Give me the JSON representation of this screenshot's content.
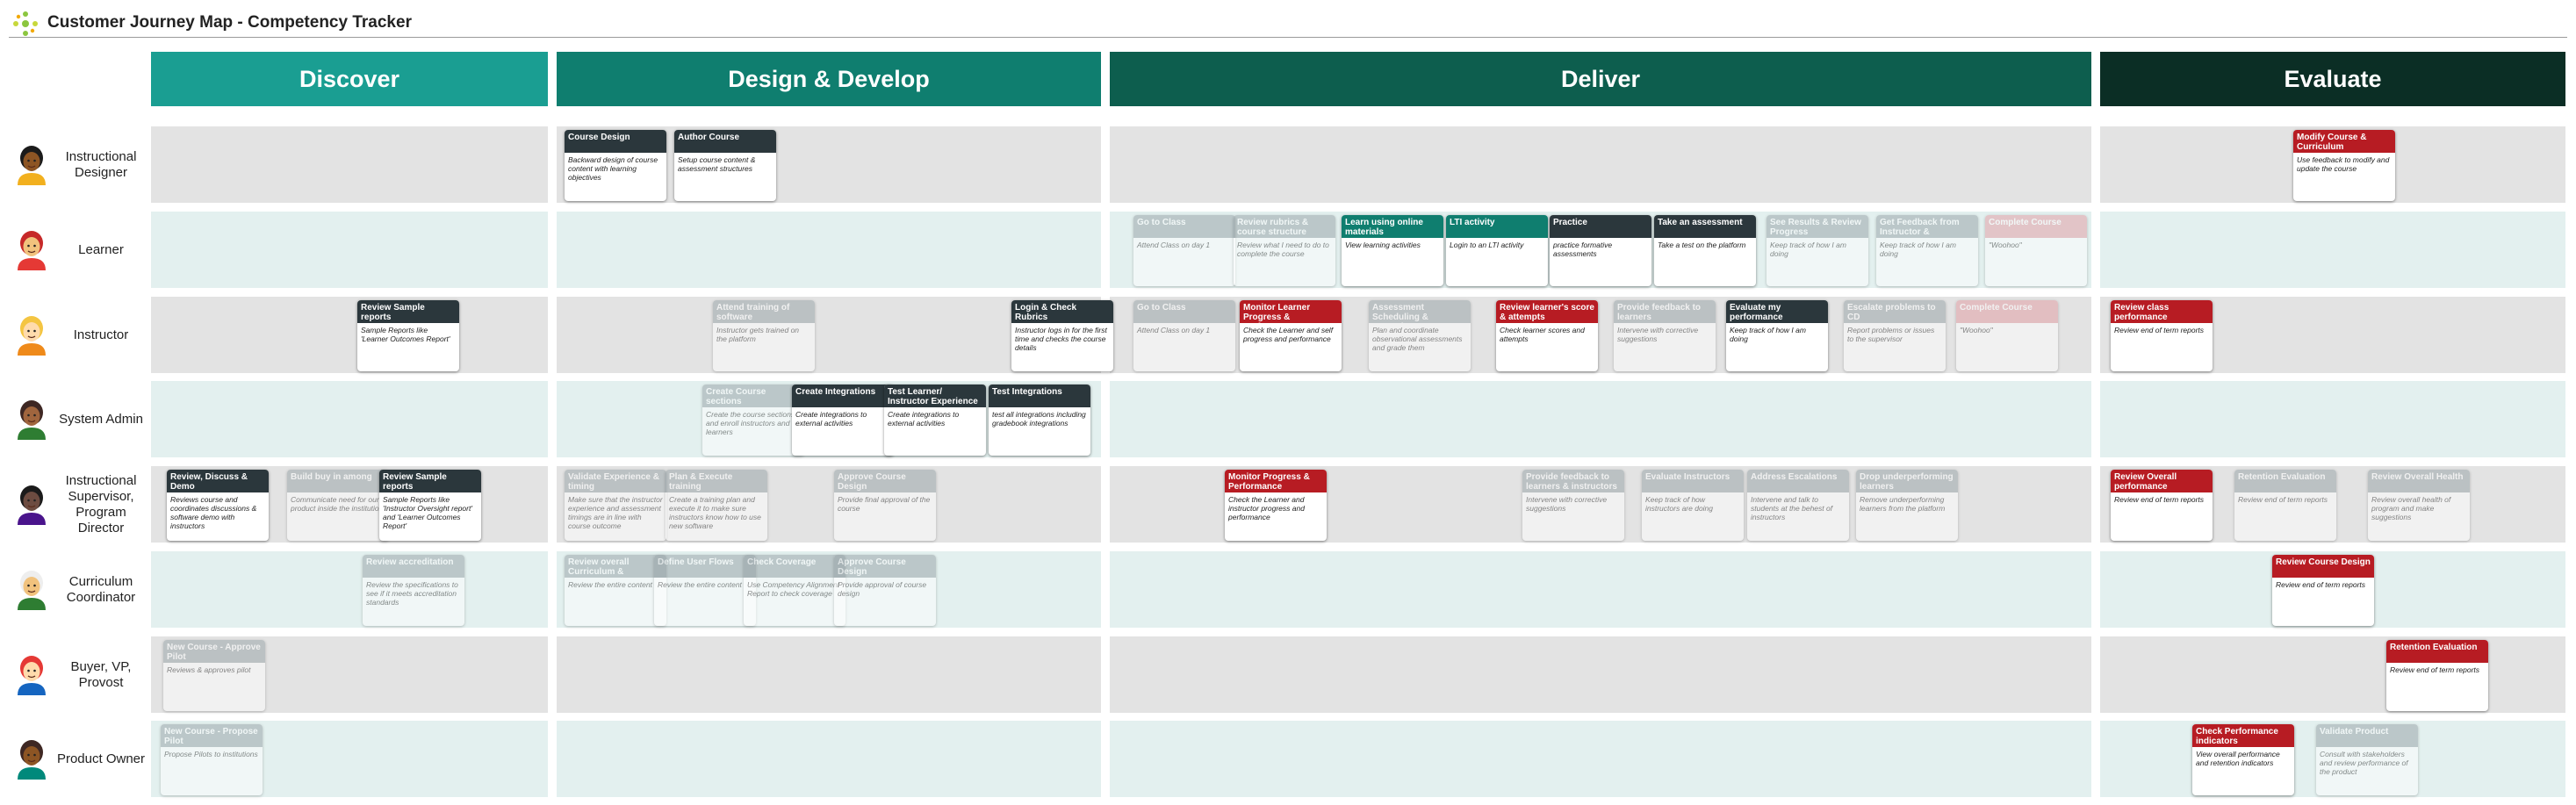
{
  "header": {
    "title": "Customer Journey Map - Competency Tracker"
  },
  "colors": {
    "discover": "#1a9e92",
    "design": "#0f7e6f",
    "deliver": "#0d5e4e",
    "evaluate": "#0b2e25",
    "lane_gray": "#e3e3e3",
    "lane_teal": "#e3f0ef",
    "dark": "#2b373c",
    "gray": "#95a0a4",
    "red": "#b71c23",
    "teal": "#0f7e6f",
    "pink": "#e29aa0"
  },
  "phases": [
    {
      "key": "discover",
      "label": "Discover"
    },
    {
      "key": "design",
      "label": "Design & Develop"
    },
    {
      "key": "deliver",
      "label": "Deliver"
    },
    {
      "key": "evaluate",
      "label": "Evaluate"
    }
  ],
  "roles": [
    {
      "key": "instructional-designer",
      "label": "Instructional Designer",
      "avatar": "avatar-instructional-designer"
    },
    {
      "key": "learner",
      "label": "Learner",
      "avatar": "avatar-learner"
    },
    {
      "key": "instructor",
      "label": "Instructor",
      "avatar": "avatar-instructor"
    },
    {
      "key": "system-admin",
      "label": "System Admin",
      "avatar": "avatar-system-admin"
    },
    {
      "key": "supervisor",
      "label": "Instructional Supervisor, Program Director",
      "avatar": "avatar-supervisor"
    },
    {
      "key": "curriculum-coordinator",
      "label": "Curriculum Coordinator",
      "avatar": "avatar-curriculum-coordinator"
    },
    {
      "key": "buyer",
      "label": "Buyer, VP, Provost",
      "avatar": "avatar-buyer"
    },
    {
      "key": "product-owner",
      "label": "Product Owner",
      "avatar": "avatar-product-owner"
    }
  ],
  "cards": [
    {
      "role": 0,
      "title": "Course Design",
      "desc": "Backward design of course content with learning objectives",
      "color": "dark"
    },
    {
      "role": 0,
      "title": "Author Course",
      "desc": "Setup course content & assessment structures",
      "color": "dark"
    },
    {
      "role": 0,
      "title": "Modify Course & Curriculum",
      "desc": "Use feedback to modify and update the course",
      "color": "red"
    },
    {
      "role": 1,
      "title": "Go to Class",
      "desc": "Attend Class on day 1",
      "color": "gray",
      "faded": true
    },
    {
      "role": 1,
      "title": "Review rubrics & course structure",
      "desc": "Review what I need to do to complete the course",
      "color": "gray",
      "faded": true
    },
    {
      "role": 1,
      "title": "Learn using online materials",
      "desc": "View learning activities",
      "color": "teal"
    },
    {
      "role": 1,
      "title": "LTI activity",
      "desc": "Login to an LTI activity",
      "color": "teal"
    },
    {
      "role": 1,
      "title": "Practice",
      "desc": "practice formative assessments",
      "color": "dark"
    },
    {
      "role": 1,
      "title": "Take an assessment",
      "desc": "Take a test on the platform",
      "color": "dark"
    },
    {
      "role": 1,
      "title": "See Results & Review Progress",
      "desc": "Keep track of how I am doing",
      "color": "gray",
      "faded": true
    },
    {
      "role": 1,
      "title": "Get Feedback from Instructor &",
      "desc": "Keep track of how I am doing",
      "color": "gray",
      "faded": true
    },
    {
      "role": 1,
      "title": "Complete Course",
      "desc": "\"Woohoo\"",
      "color": "pink",
      "faded": true
    },
    {
      "role": 2,
      "title": "Review Sample reports",
      "desc": "Sample Reports like 'Learner Outcomes Report'",
      "color": "dark"
    },
    {
      "role": 2,
      "title": "Attend training of software",
      "desc": "Instructor gets trained on the platform",
      "color": "gray",
      "faded": true
    },
    {
      "role": 2,
      "title": "Login & Check Rubrics",
      "desc": "Instructor logs in for the first time and checks the course details",
      "color": "dark"
    },
    {
      "role": 2,
      "title": "Go to Class",
      "desc": "Attend Class on day 1",
      "color": "gray",
      "faded": true
    },
    {
      "role": 2,
      "title": "Monitor Learner Progress & Performance",
      "desc": "Check the Learner and self progress and performance",
      "color": "red"
    },
    {
      "role": 2,
      "title": "Assessment Scheduling & Execution",
      "desc": "Plan and coordinate observational assessments and grade them",
      "color": "gray",
      "faded": true
    },
    {
      "role": 2,
      "title": "Review learner's score & attempts",
      "desc": "Check learner scores and attempts",
      "color": "red"
    },
    {
      "role": 2,
      "title": "Provide feedback to learners",
      "desc": "Intervene with corrective suggestions",
      "color": "gray",
      "faded": true
    },
    {
      "role": 2,
      "title": "Evaluate my performance",
      "desc": "Keep track of how I am doing",
      "color": "dark"
    },
    {
      "role": 2,
      "title": "Escalate problems to CD",
      "desc": "Report problems or issues to the supervisor",
      "color": "gray",
      "faded": true
    },
    {
      "role": 2,
      "title": "Complete Course",
      "desc": "\"Woohoo\"",
      "color": "pink",
      "faded": true
    },
    {
      "role": 2,
      "title": "Review class performance",
      "desc": "Review end of term reports",
      "color": "red"
    },
    {
      "role": 3,
      "title": "Create Course sections",
      "desc": "Create the course sections and enroll instructors and learners",
      "color": "gray",
      "faded": true
    },
    {
      "role": 3,
      "title": "Create Integrations",
      "desc": "Create integrations to external activities",
      "color": "dark"
    },
    {
      "role": 3,
      "title": "Test Learner/ Instructor Experience",
      "desc": "Create integrations to external activities",
      "color": "dark"
    },
    {
      "role": 3,
      "title": "Test Integrations",
      "desc": "test all integrations including gradebook integrations",
      "color": "dark"
    },
    {
      "role": 4,
      "title": "Review, Discuss & Demo",
      "desc": "Reviews course and coordinates discussions & software demo with instructors",
      "color": "dark"
    },
    {
      "role": 4,
      "title": "Build buy in among",
      "desc": "Communicate need for our product inside the institution",
      "color": "gray",
      "faded": true
    },
    {
      "role": 4,
      "title": "Review Sample reports",
      "desc": "Sample Reports like 'Instructor Oversight report' and 'Learner Outcomes Report'",
      "color": "dark"
    },
    {
      "role": 4,
      "title": "Validate Experience & timing",
      "desc": "Make sure that the instructor experience and assessment timings are in line with course outcome",
      "color": "gray",
      "faded": true
    },
    {
      "role": 4,
      "title": "Plan & Execute training",
      "desc": "Create a training plan and execute it to make sure instructors know how to use new software",
      "color": "gray",
      "faded": true
    },
    {
      "role": 4,
      "title": "Approve Course Design",
      "desc": "Provide final approval of the course",
      "color": "gray",
      "faded": true
    },
    {
      "role": 4,
      "title": "Monitor Progress & Performance",
      "desc": "Check the Learner and instructor progress and performance",
      "color": "red"
    },
    {
      "role": 4,
      "title": "Provide feedback to learners & instructors",
      "desc": "Intervene with corrective suggestions",
      "color": "gray",
      "faded": true
    },
    {
      "role": 4,
      "title": "Evaluate Instructors",
      "desc": "Keep track of how instructors are doing",
      "color": "gray",
      "faded": true
    },
    {
      "role": 4,
      "title": "Address Escalations",
      "desc": "Intervene and talk to students at the behest of instructors",
      "color": "gray",
      "faded": true
    },
    {
      "role": 4,
      "title": "Drop underperforming learners",
      "desc": "Remove underperforming learners from the platform",
      "color": "gray",
      "faded": true
    },
    {
      "role": 4,
      "title": "Review Overall performance",
      "desc": "Review end of term reports",
      "color": "red"
    },
    {
      "role": 4,
      "title": "Retention Evaluation",
      "desc": "Review end of term reports",
      "color": "gray",
      "faded": true
    },
    {
      "role": 4,
      "title": "Review Overall Health",
      "desc": "Review overall health of program and make suggestions",
      "color": "gray",
      "faded": true
    },
    {
      "role": 5,
      "title": "Review accreditation",
      "desc": "Review the specifications to see if it meets accreditation standards",
      "color": "gray",
      "faded": true
    },
    {
      "role": 5,
      "title": "Review overall Curriculum &",
      "desc": "Review the entire content",
      "color": "gray",
      "faded": true
    },
    {
      "role": 5,
      "title": "Define User Flows",
      "desc": "Review the entire content",
      "color": "gray",
      "faded": true
    },
    {
      "role": 5,
      "title": "Check Coverage",
      "desc": "Use Competency Alignment Report to check coverage",
      "color": "gray",
      "faded": true
    },
    {
      "role": 5,
      "title": "Approve Course Design",
      "desc": "Provide approval of course design",
      "color": "gray",
      "faded": true
    },
    {
      "role": 5,
      "title": "Review Course Design",
      "desc": "Review end of term reports",
      "color": "red"
    },
    {
      "role": 6,
      "title": "New Course - Approve Pilot",
      "desc": "Reviews & approves pilot",
      "color": "gray",
      "faded": true
    },
    {
      "role": 6,
      "title": "Retention Evaluation",
      "desc": "Review end of term reports",
      "color": "red"
    },
    {
      "role": 7,
      "title": "New Course - Propose Pilot",
      "desc": "Propose Pilots to institutions",
      "color": "gray",
      "faded": true
    },
    {
      "role": 7,
      "title": "Check Performance indicators",
      "desc": "View overall performance and retention indicators",
      "color": "red"
    },
    {
      "role": 7,
      "title": "Validate Product",
      "desc": "Consult with stakeholders and review performance of the product",
      "color": "gray",
      "faded": true
    }
  ]
}
